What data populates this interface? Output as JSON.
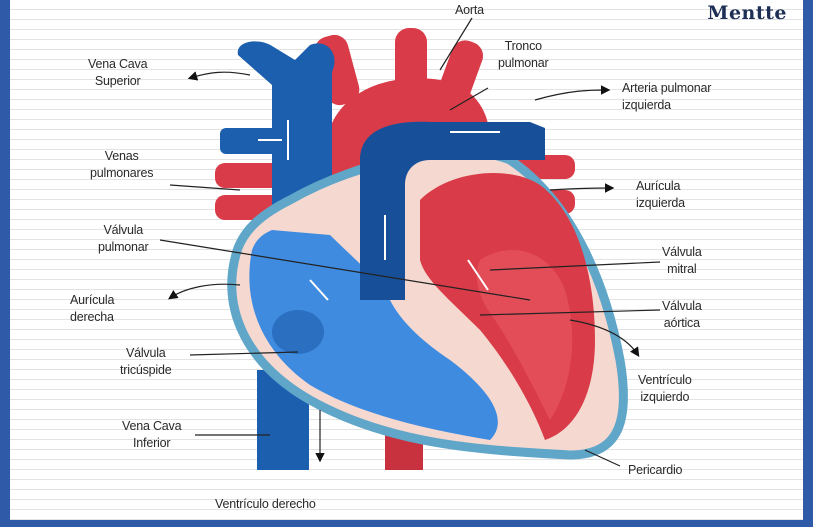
{
  "brand": {
    "logo_text": "Mentte"
  },
  "labels": {
    "aorta": "Aorta",
    "tronco_pulmonar": "Tronco\npulmonar",
    "arteria_pulmonar_izquierda": "Arteria pulmonar\nizquierda",
    "vena_cava_superior": "Vena Cava\nSuperior",
    "venas_pulmonares": "Venas\npulmonares",
    "valvula_pulmonar": "Válvula\npulmonar",
    "auricula_derecha": "Aurícula\nderecha",
    "valvula_tricuspide": "Válvula\ntricúspide",
    "vena_cava_inferior": "Vena Cava\nInferior",
    "ventriculo_derecho": "Ventrículo derecho",
    "auricula_izquierda": "Aurícula\nizquierda",
    "valvula_mitral": "Válvula\nmitral",
    "valvula_aortica": "Válvula\naórtica",
    "ventriculo_izquierdo": "Ventrículo\nizquierdo",
    "pericardio": "Pericardio"
  },
  "colors": {
    "blood_oxygen_poor": "#1c5fae",
    "blood_oxygen_rich": "#d93c48",
    "chamber_blue": "#3f8be0",
    "pericardium": "#5fa6c9",
    "background": "#2f5aa8"
  }
}
